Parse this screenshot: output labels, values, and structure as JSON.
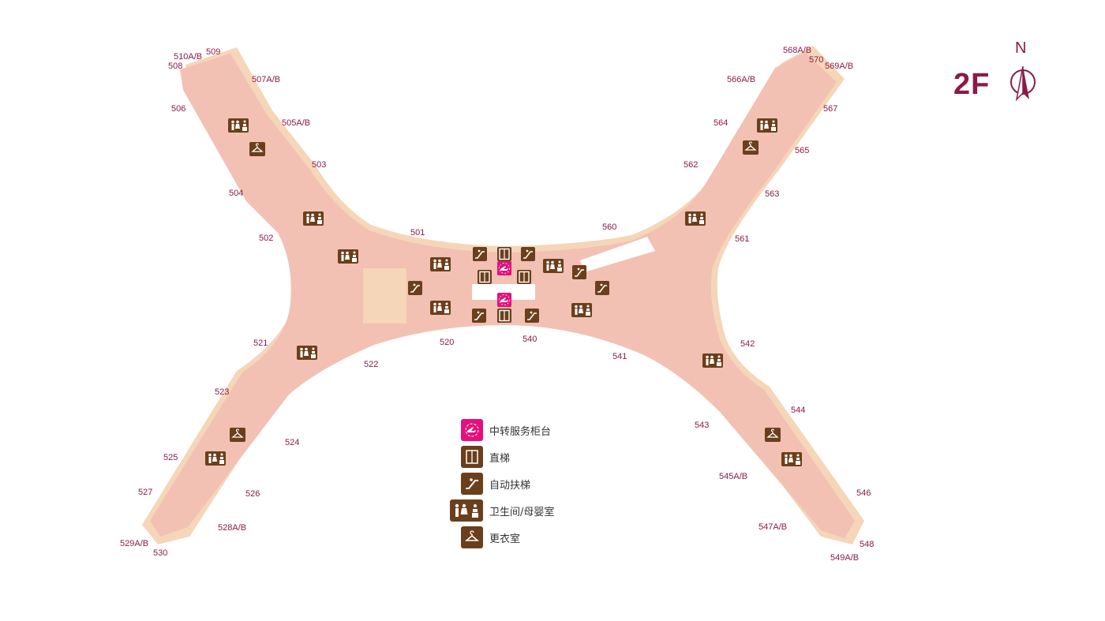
{
  "floor": "2F",
  "compass": {
    "label": "N"
  },
  "colors": {
    "concourse": "#f2c1b3",
    "shadow": "#f5d6b8",
    "icon_brown": "#6b3f1c",
    "transfer_pink": "#e5107c",
    "text": "#8b1a4a"
  },
  "gates": {
    "g508": "508",
    "g510": "510A/B",
    "g509": "509",
    "g507": "507A/B",
    "g506": "506",
    "g505": "505A/B",
    "g503": "503",
    "g504": "504",
    "g502": "502",
    "g501": "501",
    "g560": "560",
    "g568": "568A/B",
    "g570": "570",
    "g569": "569A/B",
    "g566": "566A/B",
    "g567": "567",
    "g564": "564",
    "g565": "565",
    "g562": "562",
    "g563": "563",
    "g561": "561",
    "g521": "521",
    "g522": "522",
    "g520": "520",
    "g540": "540",
    "g541": "541",
    "g542": "542",
    "g523": "523",
    "g524": "524",
    "g525": "525",
    "g526": "526",
    "g527": "527",
    "g528": "528A/B",
    "g529": "529A/B",
    "g530": "530",
    "g544": "544",
    "g543": "543",
    "g545": "545A/B",
    "g546": "546",
    "g547": "547A/B",
    "g548": "548",
    "g549": "549A/B"
  },
  "legend": [
    {
      "icon": "transfer-counter-icon",
      "label": "中转服务柜台"
    },
    {
      "icon": "elevator-icon",
      "label": "直梯"
    },
    {
      "icon": "escalator-icon",
      "label": "自动扶梯"
    },
    {
      "icon": "restroom-nursing-icon",
      "label": "卫生间/母婴室"
    },
    {
      "icon": "changing-room-icon",
      "label": "更衣室"
    }
  ]
}
